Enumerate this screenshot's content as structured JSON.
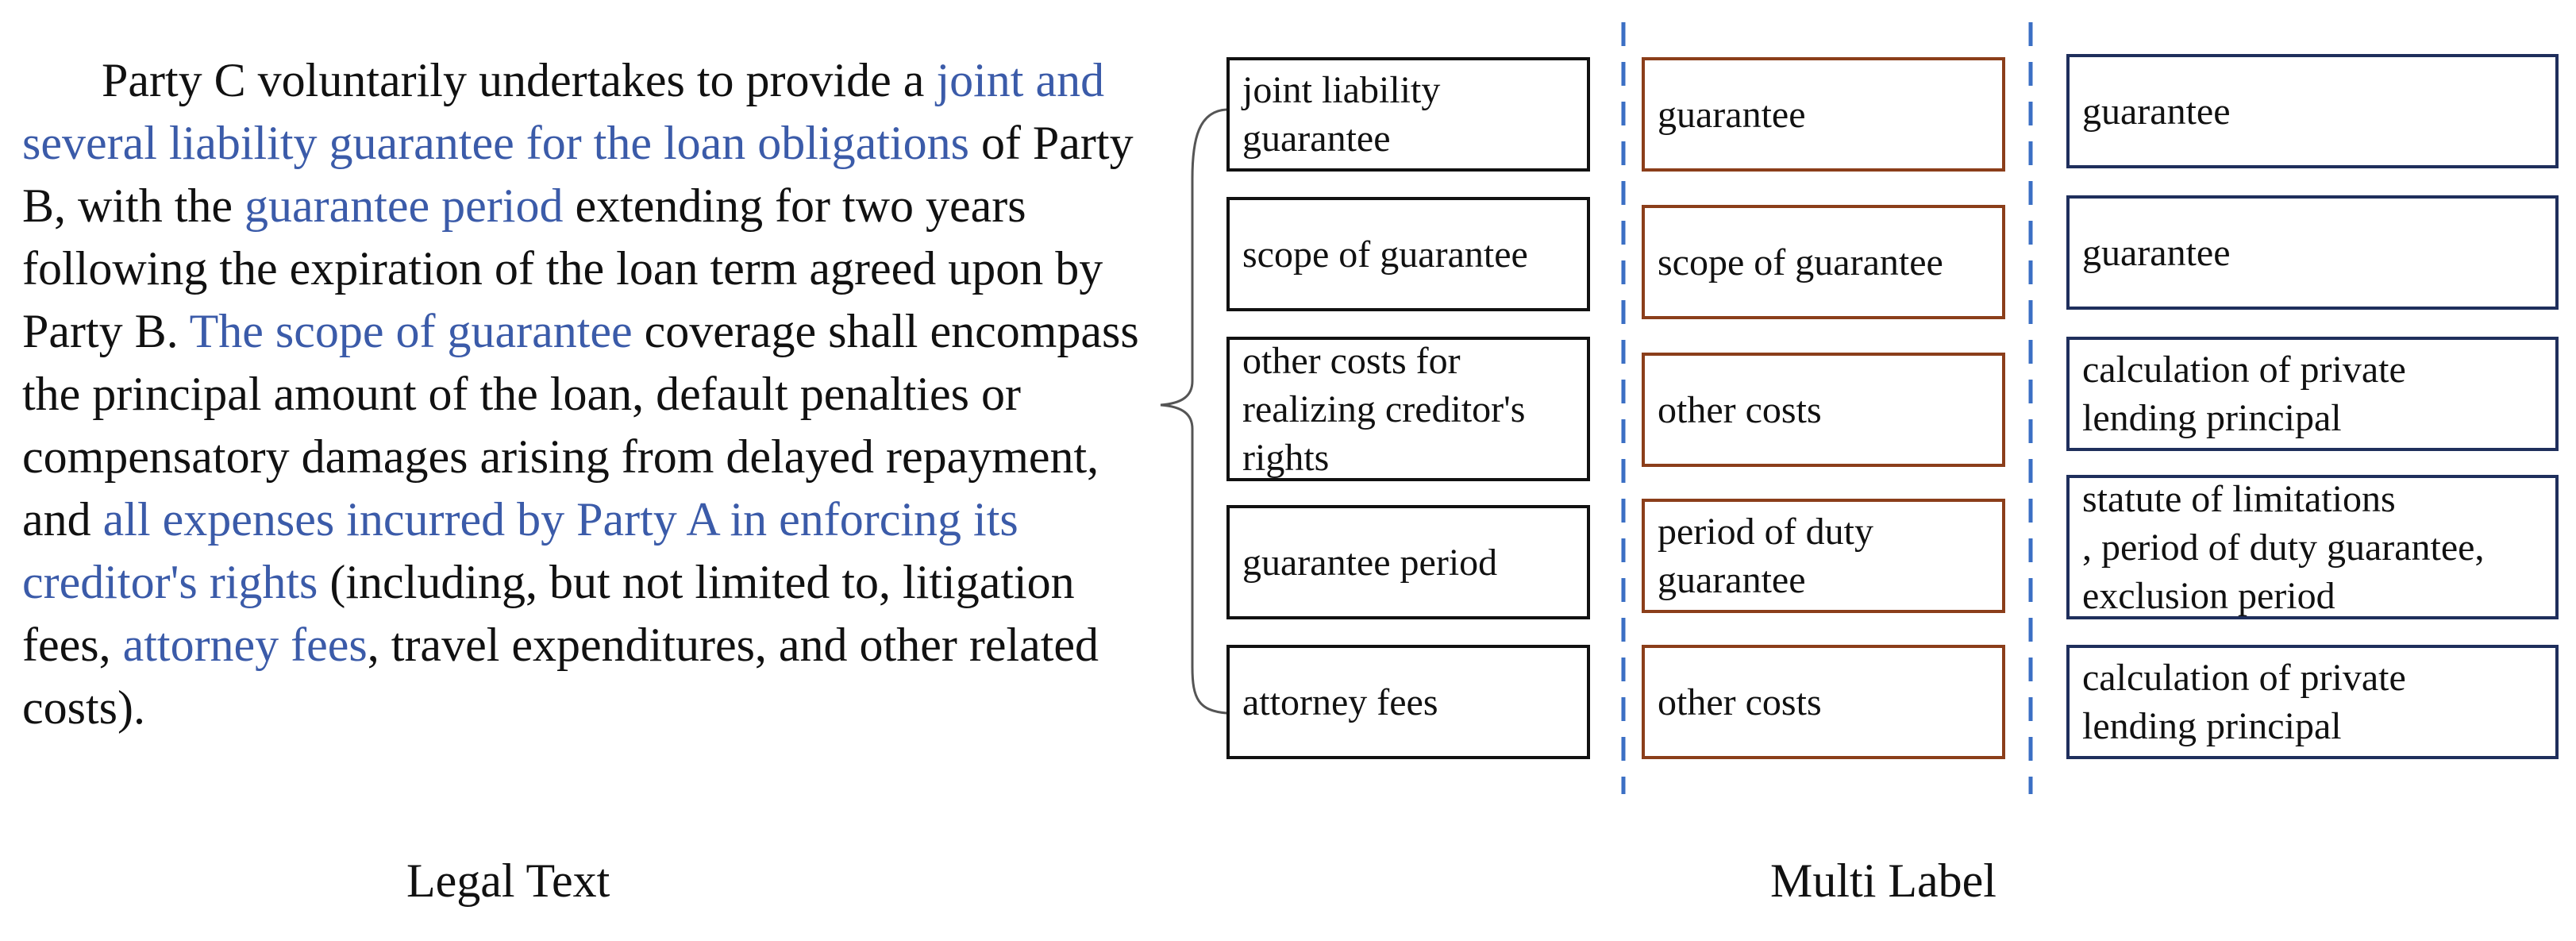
{
  "legal_text": {
    "segments": [
      {
        "text": "Party C voluntarily undertakes to provide a ",
        "hl": false
      },
      {
        "text": "joint and several liability guarantee for the loan obligations",
        "hl": true
      },
      {
        "text": " of Party B, with the ",
        "hl": false
      },
      {
        "text": "guarantee period",
        "hl": true
      },
      {
        "text": " extending for two years following the expiration of the loan term agreed upon by Party B. ",
        "hl": false
      },
      {
        "text": "The scope of guarantee",
        "hl": true
      },
      {
        "text": " coverage shall encompass the principal amount of the loan, default penalties or compensatory damages arising from delayed repayment, and ",
        "hl": false
      },
      {
        "text": "all expenses incurred by Party A in enforcing its creditor's rights",
        "hl": true
      },
      {
        "text": " (including, but not limited to, litigation fees, ",
        "hl": false
      },
      {
        "text": "attorney fees",
        "hl": true
      },
      {
        "text": ", travel expenditures, and other related costs).",
        "hl": false
      }
    ]
  },
  "captions": {
    "left": "Legal Text",
    "right": "Multi Label"
  },
  "colors": {
    "highlight": "#3b5ba9",
    "col1_border": "#111111",
    "col2_border": "#8b3e1a",
    "col3_border": "#1f2f5c",
    "divider": "#3b6fc4"
  },
  "columns": [
    {
      "labels": [
        "joint liability\nguarantee",
        "scope of guarantee",
        "other costs for\nrealizing creditor's\nrights",
        "guarantee period",
        "attorney fees"
      ]
    },
    {
      "labels": [
        "guarantee",
        "scope of guarantee",
        "other costs",
        "period of duty\nguarantee",
        "other costs"
      ]
    },
    {
      "labels": [
        "guarantee",
        "guarantee",
        "calculation of private\nlending principal",
        "statute of limitations\n, period of duty guarantee,\nexclusion period",
        "calculation of private\nlending principal"
      ]
    }
  ]
}
